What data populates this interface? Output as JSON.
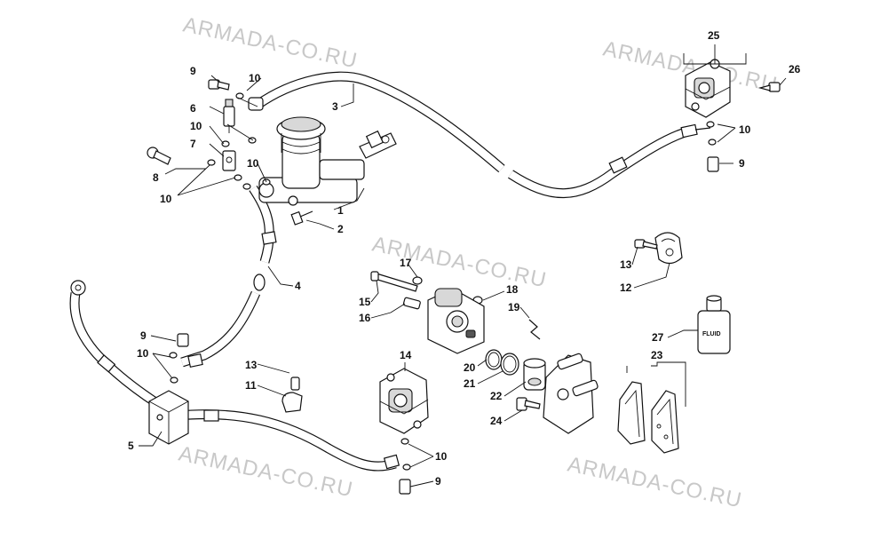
{
  "watermark": "ARMADA-CO.RU",
  "bottle_label": "FLUID",
  "callouts": {
    "p1": "1",
    "p2": "2",
    "p3": "3",
    "p4": "4",
    "p5": "5",
    "p6": "6",
    "p7": "7",
    "p8": "8",
    "p9a": "9",
    "p9b": "9",
    "p9c": "9",
    "p9d": "9",
    "p10a": "10",
    "p10b": "10",
    "p10c": "10",
    "p10d": "10",
    "p10e": "10",
    "p10f": "10",
    "p11": "11",
    "p12": "12",
    "p13a": "13",
    "p13b": "13",
    "p14": "14",
    "p15": "15",
    "p16": "16",
    "p17": "17",
    "p18": "18",
    "p19": "19",
    "p20": "20",
    "p21": "21",
    "p22": "22",
    "p23": "23",
    "p24": "24",
    "p25": "25",
    "p26": "26",
    "p27": "27"
  }
}
